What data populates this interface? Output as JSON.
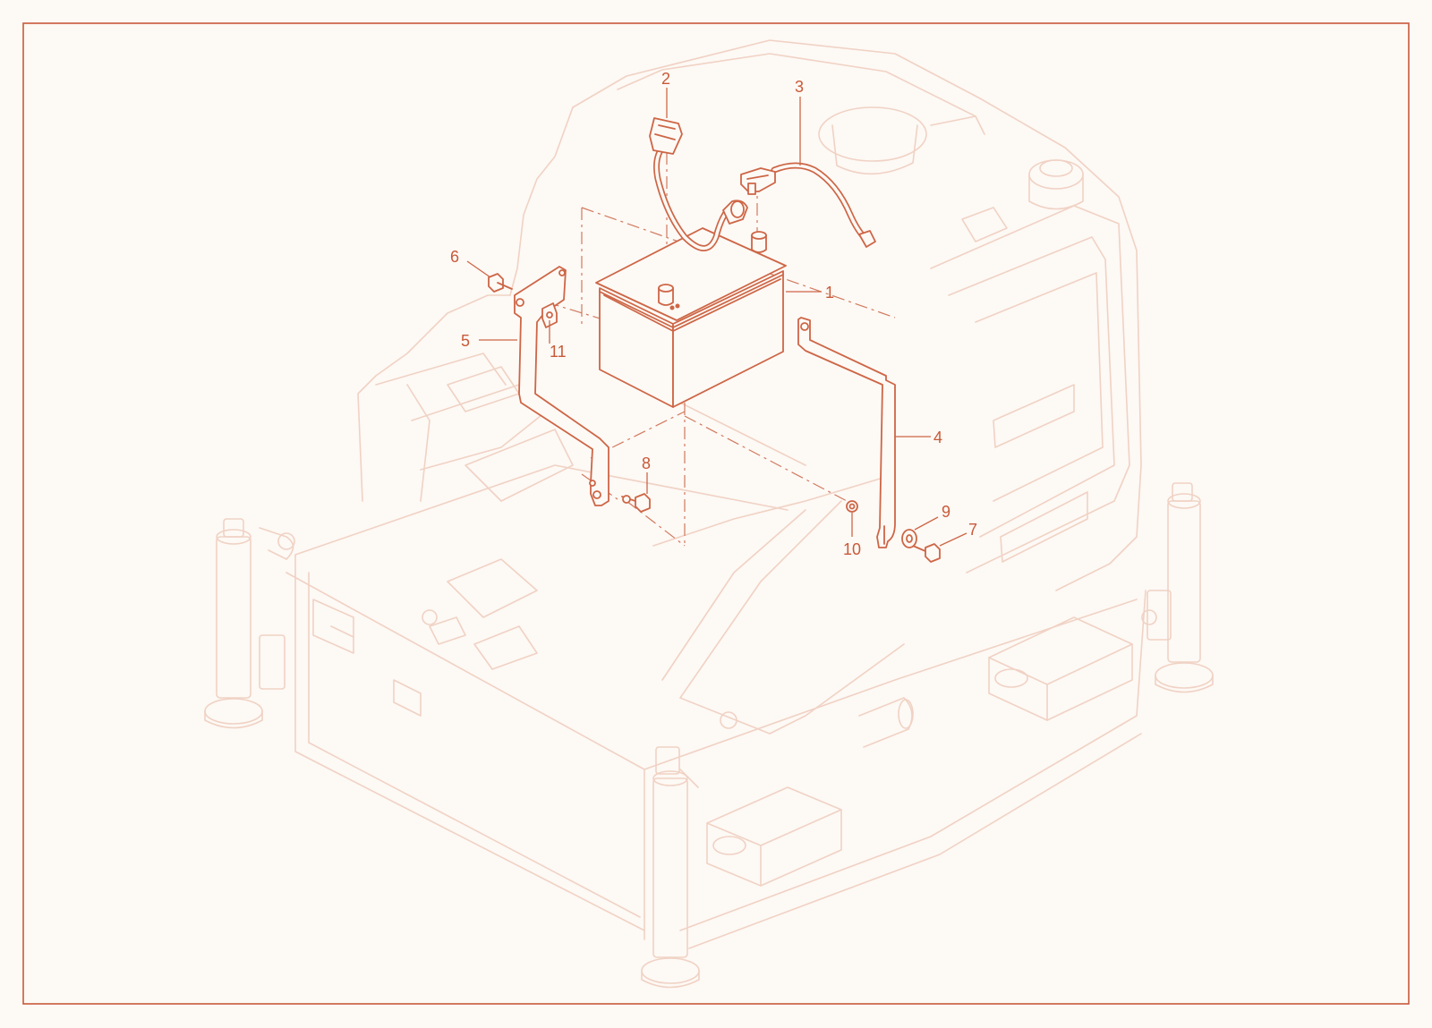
{
  "colors": {
    "accent": "#cd6646",
    "ghost": "#f0d2c4",
    "background": "#fdf9f5"
  },
  "callouts": [
    {
      "id": "1",
      "label": "1"
    },
    {
      "id": "2",
      "label": "2"
    },
    {
      "id": "3",
      "label": "3"
    },
    {
      "id": "4",
      "label": "4"
    },
    {
      "id": "5",
      "label": "5"
    },
    {
      "id": "6",
      "label": "6"
    },
    {
      "id": "7",
      "label": "7"
    },
    {
      "id": "8",
      "label": "8"
    },
    {
      "id": "9",
      "label": "9"
    },
    {
      "id": "10",
      "label": "10"
    },
    {
      "id": "11",
      "label": "11"
    }
  ]
}
